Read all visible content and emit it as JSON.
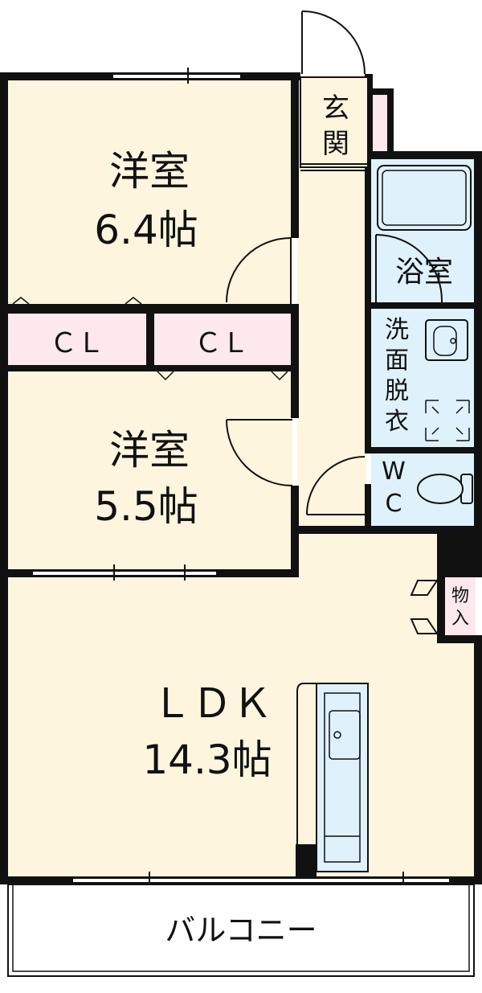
{
  "rooms": {
    "western_room_1": {
      "name": "洋室",
      "size": "6.4帖"
    },
    "western_room_2": {
      "name": "洋室",
      "size": "5.5帖"
    },
    "ldk": {
      "name": "ＬＤＫ",
      "size": "14.3帖"
    },
    "closet_left": "ＣＬ",
    "closet_right": "ＣＬ",
    "entrance": [
      "玄",
      "関"
    ],
    "bathroom": "浴室",
    "washroom": [
      "洗",
      "面",
      "脱",
      "衣"
    ],
    "toilet": [
      "W",
      "C"
    ],
    "storage": [
      "物",
      "入"
    ],
    "balcony": "バルコニー"
  },
  "colors": {
    "room_fill": "#fdf5de",
    "closet_fill": "#fde8ee",
    "wet_area_fill": "#dff1fb",
    "wall": "#111111",
    "balcony_fill": "#ffffff"
  }
}
